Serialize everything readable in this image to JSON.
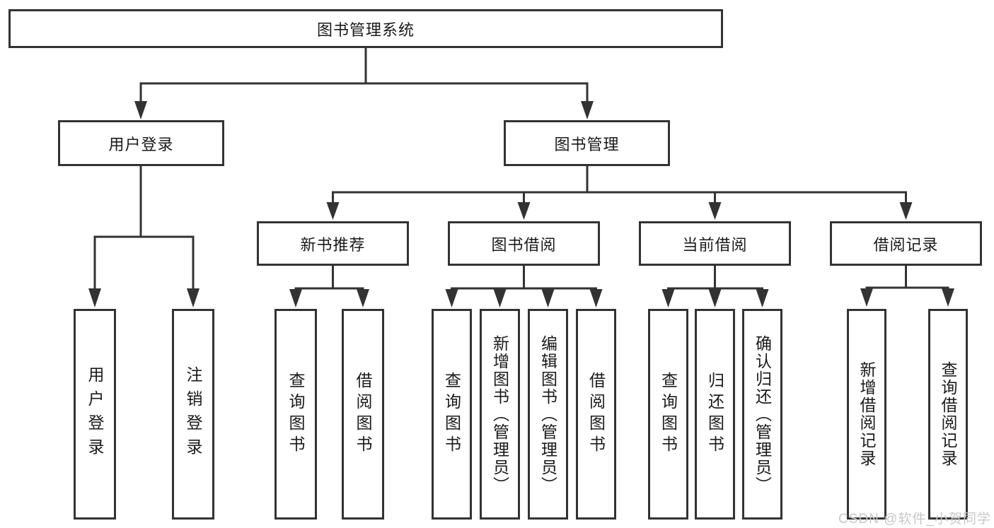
{
  "tree": {
    "root": "图书管理系统",
    "level2": {
      "user_login": "用户登录",
      "book_mgmt": "图书管理"
    },
    "level3": {
      "new_books": "新书推荐",
      "book_borrow": "图书借阅",
      "current_borrow": "当前借阅",
      "borrow_records": "借阅记录"
    },
    "leaves": {
      "user_login": [
        "用户登录",
        "注销登录"
      ],
      "new_books": [
        "查询图书",
        "借阅图书"
      ],
      "book_borrow": [
        "查询图书",
        "新增图书（管理员）",
        "编辑图书（管理员）",
        "借阅图书"
      ],
      "current_borrow": [
        "查询图书",
        "归还图书",
        "确认归还（管理员）"
      ],
      "borrow_records": [
        "新增借阅记录",
        "查询借阅记录"
      ]
    }
  },
  "watermark": "CSDN @软件_小贺同学",
  "colors": {
    "line": "#333333",
    "text": "#1a1a1a",
    "watermark": "#c8c8c8",
    "background": "#ffffff"
  }
}
